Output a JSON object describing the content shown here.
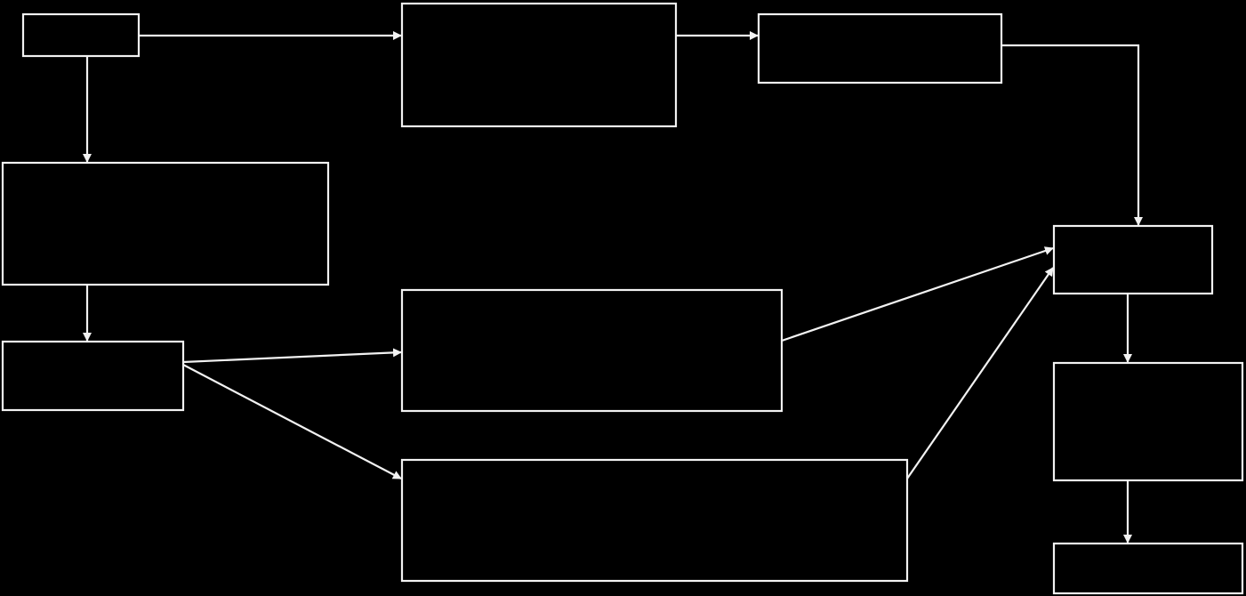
{
  "diagram": {
    "type": "flowchart",
    "colors": {
      "background": "#000000",
      "stroke": "#f2f2f2"
    },
    "nodes": [
      {
        "id": "n1",
        "label": ""
      },
      {
        "id": "n2",
        "label": ""
      },
      {
        "id": "n3",
        "label": ""
      },
      {
        "id": "n4",
        "label": ""
      },
      {
        "id": "n5",
        "label": ""
      },
      {
        "id": "n6",
        "label": ""
      },
      {
        "id": "n7",
        "label": ""
      },
      {
        "id": "n8",
        "label": ""
      },
      {
        "id": "n9",
        "label": ""
      },
      {
        "id": "n10",
        "label": ""
      }
    ],
    "edges": [
      {
        "from": "n1",
        "to": "n2"
      },
      {
        "from": "n2",
        "to": "n3"
      },
      {
        "from": "n3",
        "to": "n8"
      },
      {
        "from": "n1",
        "to": "n4"
      },
      {
        "from": "n4",
        "to": "n5"
      },
      {
        "from": "n5",
        "to": "n6"
      },
      {
        "from": "n5",
        "to": "n7"
      },
      {
        "from": "n6",
        "to": "n8"
      },
      {
        "from": "n7",
        "to": "n8"
      },
      {
        "from": "n8",
        "to": "n9"
      },
      {
        "from": "n9",
        "to": "n10"
      }
    ]
  }
}
